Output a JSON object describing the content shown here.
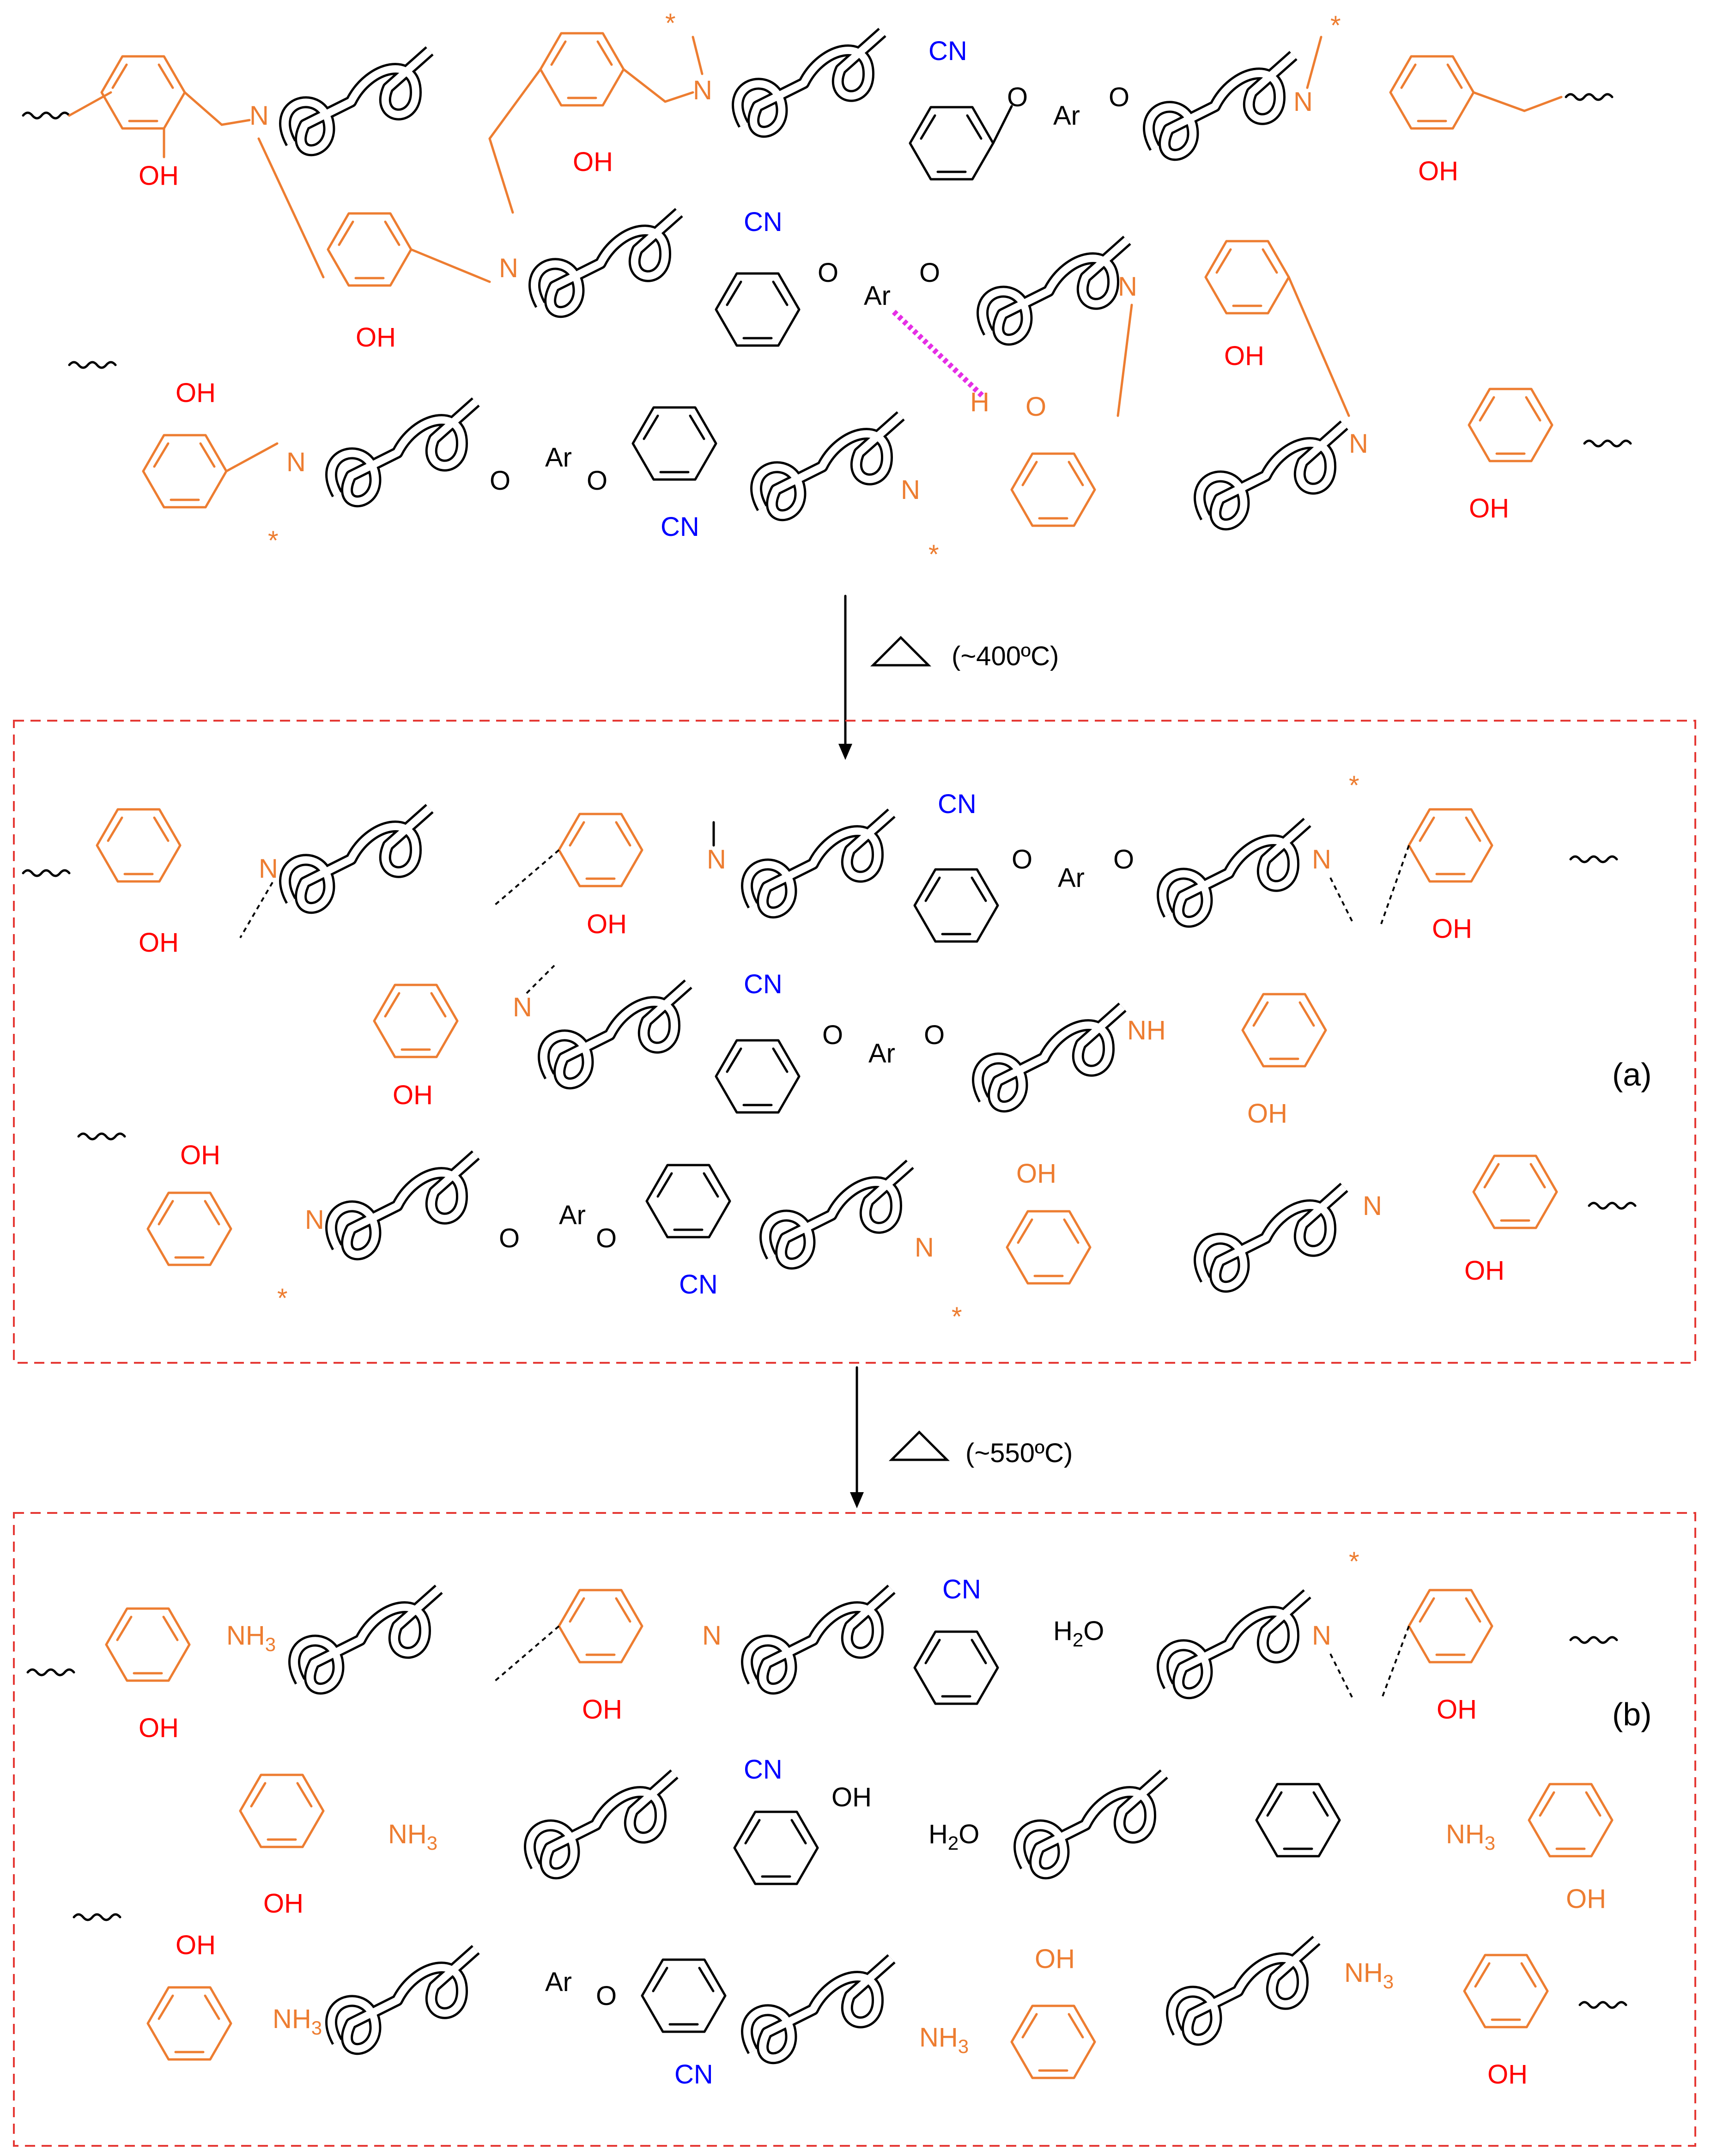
{
  "steps": [
    {
      "condition": "(~400ºC)"
    },
    {
      "condition": "(~550ºC)"
    }
  ],
  "panels": [
    {
      "label": "(a)"
    },
    {
      "label": "(b)"
    }
  ],
  "atoms": {
    "hydroxyl": "OH",
    "nitrile": "CN",
    "nitrogen": "N",
    "amine_h": "H",
    "oxygen": "O",
    "hydrogen": "H",
    "aryl": "Ar",
    "star": "*",
    "ammonia": "NH",
    "ammonia_sub": "3",
    "water_h": "H",
    "water_sub": "2",
    "water_o": "O"
  },
  "colors": {
    "benzoxazine": "#ed7d31",
    "hydroxyl": "#ff0000",
    "nitrile": "#0000ff",
    "backbone": "#000000",
    "hydrogen_bond": "#e62ee6",
    "frame": "#e53935"
  },
  "icons": [
    "heat-triangle-icon",
    "reaction-arrow-icon",
    "polymer-coil-icon",
    "benzene-ring-icon",
    "wavy-bond-icon"
  ]
}
